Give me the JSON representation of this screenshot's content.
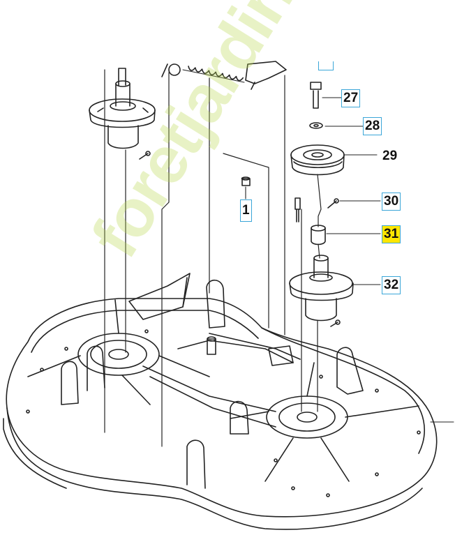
{
  "labels": {
    "l27": "27",
    "l28": "28",
    "l29": "29",
    "l30": "30",
    "l31": "31",
    "l32": "32",
    "l1": "1"
  },
  "watermark": {
    "text": "foretjardin.com"
  },
  "colors": {
    "line": "#222222",
    "box_border": "#3aa6d8",
    "highlight": "#ffe600",
    "watermark": "#b9d750"
  }
}
